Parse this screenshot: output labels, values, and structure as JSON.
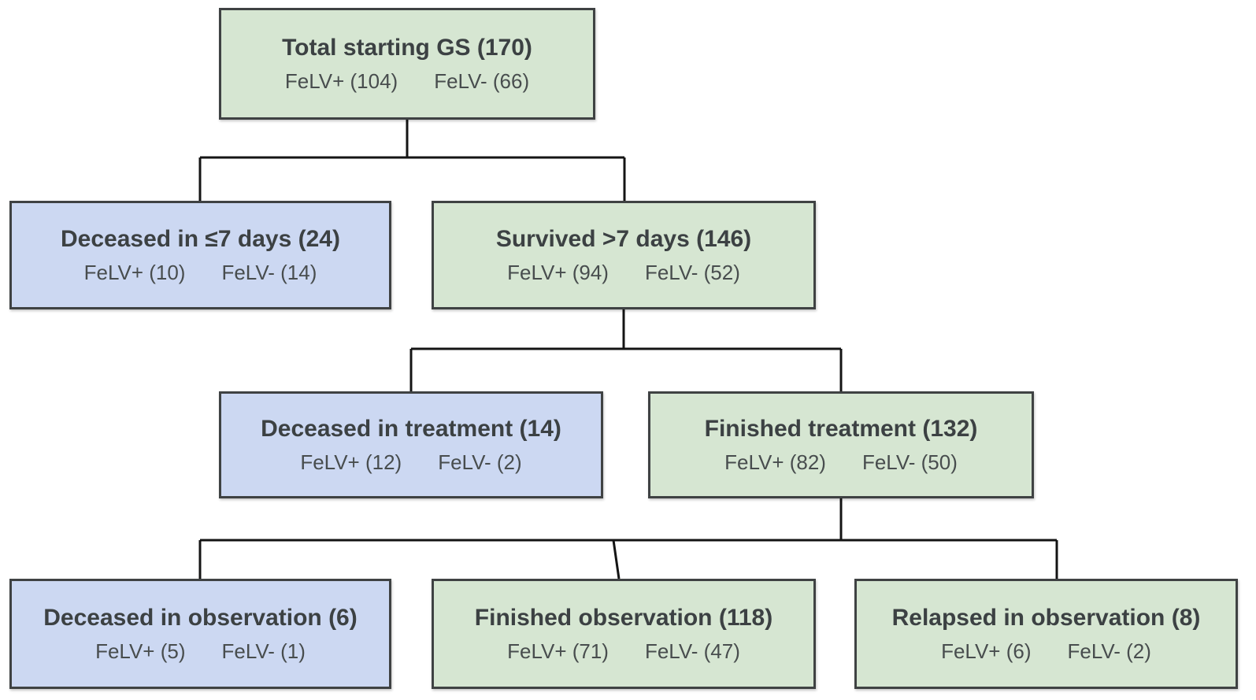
{
  "diagram": {
    "description": "Flowchart of study population outcomes by FeLV status",
    "colors": {
      "green": "#d6e6d2",
      "blue": "#ccd8f2",
      "border": "#3f4243",
      "line": "#141414",
      "title_text": "#3c4143",
      "sub_text": "#484d4e"
    },
    "nodes": [
      {
        "label": "Total starting GS (170)",
        "felv_pos": "FeLV+ (104)",
        "felv_neg": "FeLV- (66)",
        "color": "green"
      },
      {
        "label": "Deceased in ≤7 days (24)",
        "felv_pos": "FeLV+ (10)",
        "felv_neg": "FeLV- (14)",
        "color": "blue"
      },
      {
        "label": "Survived >7 days (146)",
        "felv_pos": "FeLV+ (94)",
        "felv_neg": "FeLV- (52)",
        "color": "green"
      },
      {
        "label": "Deceased in treatment (14)",
        "felv_pos": "FeLV+ (12)",
        "felv_neg": "FeLV- (2)",
        "color": "blue"
      },
      {
        "label": "Finished treatment (132)",
        "felv_pos": "FeLV+ (82)",
        "felv_neg": "FeLV- (50)",
        "color": "green"
      },
      {
        "label": "Deceased in observation (6)",
        "felv_pos": "FeLV+ (5)",
        "felv_neg": "FeLV- (1)",
        "color": "blue"
      },
      {
        "label": "Finished observation (118)",
        "felv_pos": "FeLV+ (71)",
        "felv_neg": "FeLV- (47)",
        "color": "green"
      },
      {
        "label": "Relapsed in observation (8)",
        "felv_pos": "FeLV+ (6)",
        "felv_neg": "FeLV- (2)",
        "color": "green"
      }
    ]
  }
}
